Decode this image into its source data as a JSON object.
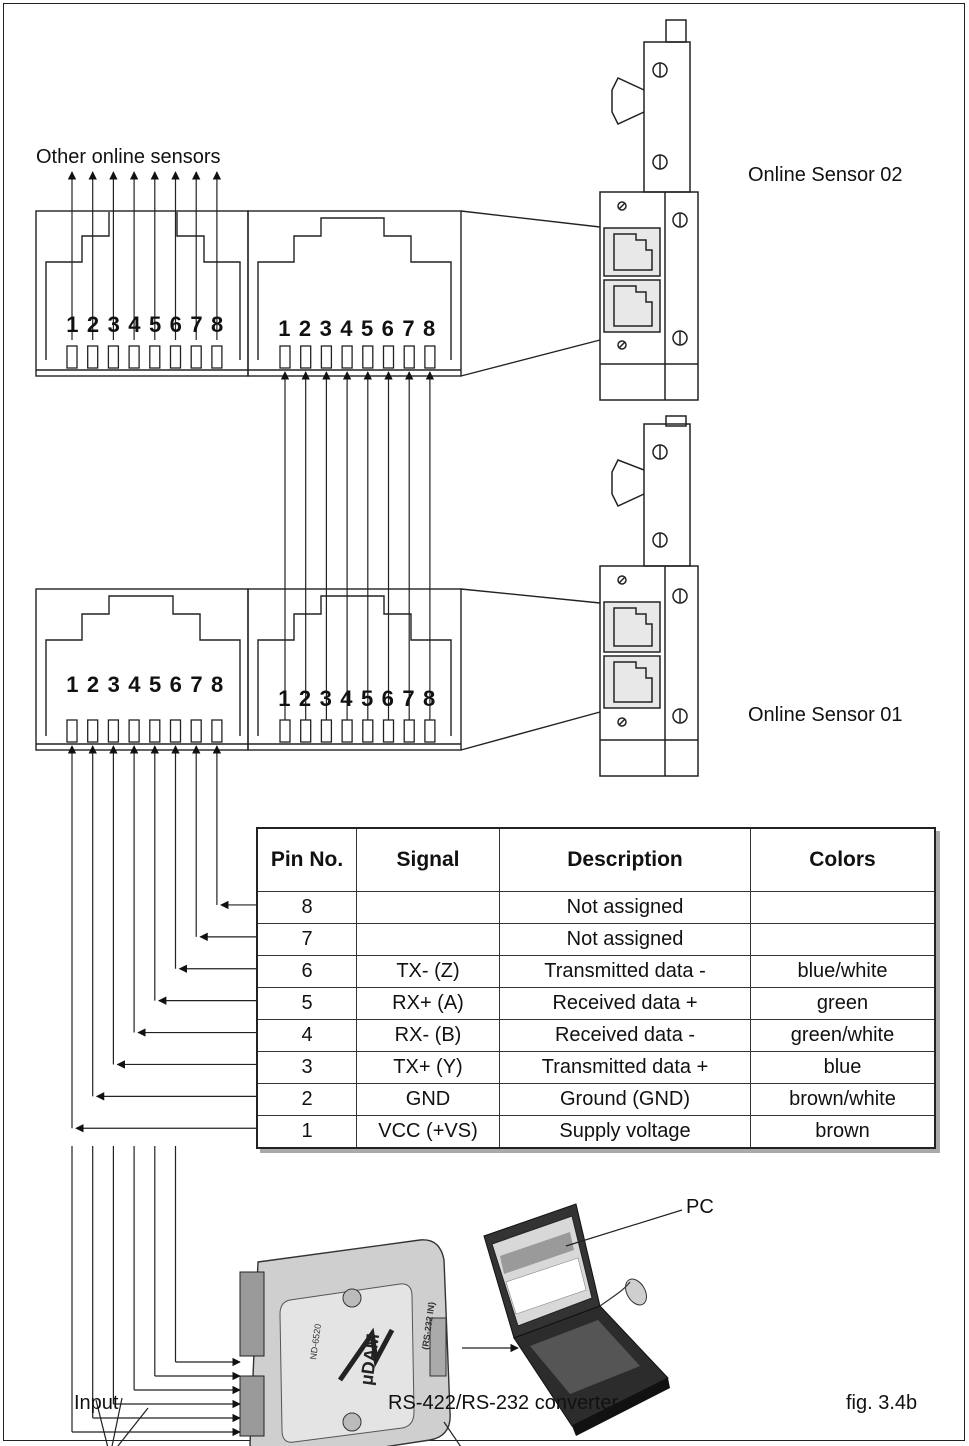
{
  "labels": {
    "other_sensors": "Other online sensors",
    "sensor02": "Online Sensor 02",
    "sensor01": "Online Sensor 01",
    "pc": "PC",
    "input": "Input",
    "converter": "RS-422/RS-232 converter",
    "fig": "fig. 3.4b"
  },
  "pin_numbers": [
    "1",
    "2",
    "3",
    "4",
    "5",
    "6",
    "7",
    "8"
  ],
  "table": {
    "headers": [
      "Pin No.",
      "Signal",
      "Description",
      "Colors"
    ],
    "rows": [
      {
        "pin": "8",
        "signal": "",
        "description": "Not assigned",
        "color": ""
      },
      {
        "pin": "7",
        "signal": "",
        "description": "Not assigned",
        "color": ""
      },
      {
        "pin": "6",
        "signal": "TX- (Z)",
        "description": "Transmitted data -",
        "color": "blue/white"
      },
      {
        "pin": "5",
        "signal": "RX+ (A)",
        "description": "Received data +",
        "color": "green"
      },
      {
        "pin": "4",
        "signal": "RX- (B)",
        "description": "Received data -",
        "color": "green/white"
      },
      {
        "pin": "3",
        "signal": "TX+ (Y)",
        "description": "Transmitted data +",
        "color": "blue"
      },
      {
        "pin": "2",
        "signal": "GND",
        "description": "Ground (GND)",
        "color": "brown/white"
      },
      {
        "pin": "1",
        "signal": "VCC (+VS)",
        "description": "Supply voltage",
        "color": "brown"
      }
    ]
  },
  "converter_texts": {
    "brand": "μDAM",
    "model": "ND-6520",
    "port": "(RS-232 IN)"
  }
}
